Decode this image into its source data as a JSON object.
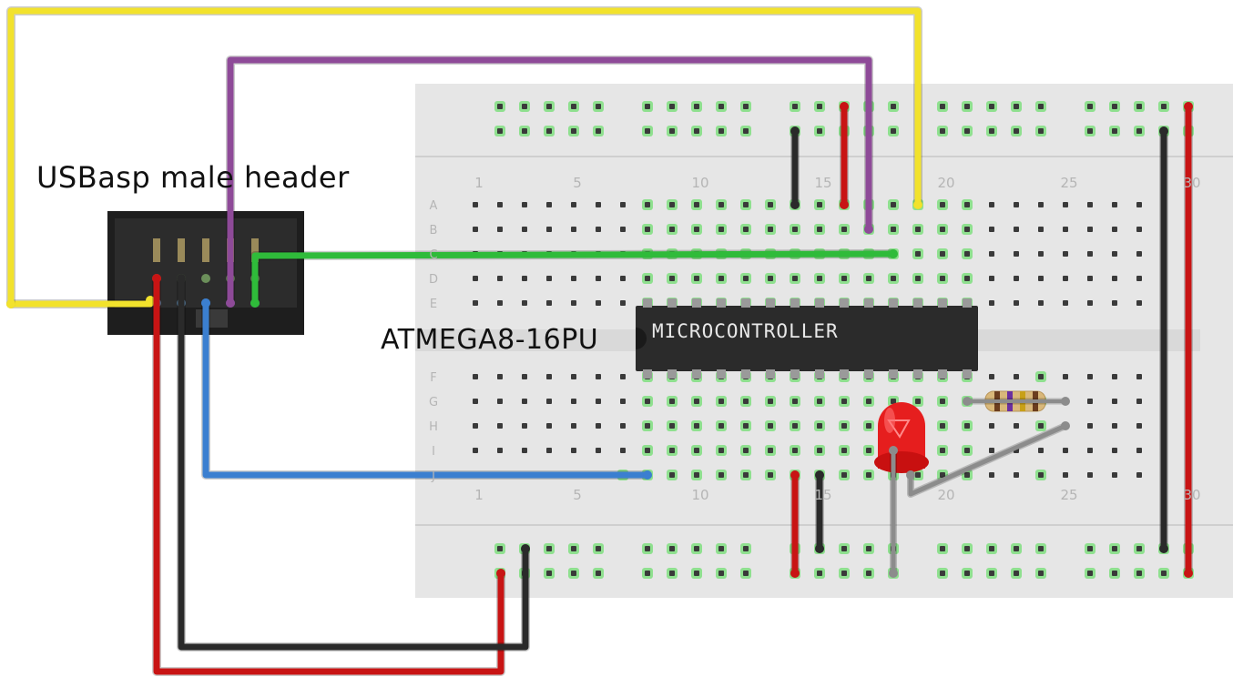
{
  "header_label": "USBasp male header",
  "mcu_label": "ATMEGA8-16PU",
  "chip_text": "MICROCONTROLLER",
  "breadboard": {
    "row_letters_top": [
      "A",
      "B",
      "C",
      "D",
      "E"
    ],
    "row_letters_bottom": [
      "F",
      "G",
      "H",
      "I",
      "J"
    ],
    "column_numbers": [
      "1",
      "5",
      "10",
      "15",
      "20",
      "25",
      "30"
    ]
  },
  "colors": {
    "wire_yellow": "#f2e22c",
    "wire_purple": "#8e4a98",
    "wire_green": "#2fbb3a",
    "wire_red": "#c81414",
    "wire_black": "#2a2a2a",
    "wire_blue": "#3b7fd0",
    "wire_grey": "#8c8c8c",
    "breadboard": "#e6e6e6",
    "chip": "#2b2b2b",
    "led": "#e61e1e",
    "hole_highlight": "#8fe08f"
  }
}
